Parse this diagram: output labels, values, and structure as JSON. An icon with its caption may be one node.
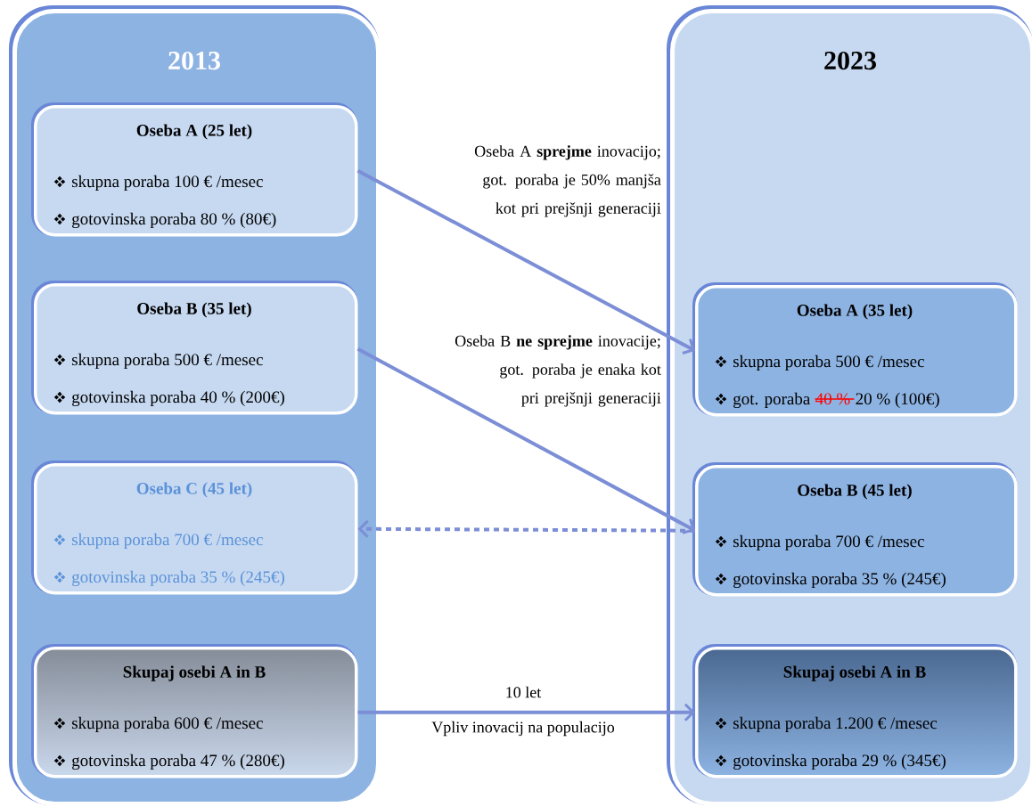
{
  "diagram": {
    "nodes": [
      {
        "text": [
          "2013"
        ]
      },
      {
        "text": [
          "Oseba A (25 let)",
          "skupna poraba 100 € /mesec",
          "gotovinska poraba 80 % (80€)"
        ],
        "in": 0
      },
      {
        "text": [
          "Oseba B (35 let)",
          "skupna poraba 500 € /mesec",
          "gotovinska poraba 40 % (200€)"
        ],
        "in": 0
      },
      {
        "text": [
          "Oseba C (45 let)",
          "skupna poraba 700 € /mesec",
          "gotovinska poraba 35 % (245€)"
        ],
        "in": 0
      },
      {
        "text": [
          "Skupaj osebi A in B",
          "skupna poraba 600 € /mesec",
          "gotovinska poraba 47 % (280€)"
        ],
        "in": 0
      },
      {
        "text": [
          "2023"
        ]
      },
      {
        "text": [
          "Oseba A (35 let)",
          "skupna poraba 500 € /mesec",
          "got. poraba",
          "40 %",
          "20 % (100€)"
        ],
        "in": 5
      },
      {
        "text": [
          "Oseba B (45 let)",
          "skupna poraba 700 € /mesec",
          "gotovinska poraba 35 % (245€)"
        ],
        "in": 5
      },
      {
        "text": [
          "Skupaj osebi A in B",
          "skupna poraba 1.200 € /mesec",
          "gotovinska poraba 29 % (345€)"
        ],
        "in": 5
      }
    ],
    "edges": [
      {
        "from": 1,
        "to": 6,
        "arrow": "to",
        "label": "Oseba A **sprejme** inovacijo; got. poraba je 50% manjša kot pri prejšnji generaciji"
      },
      {
        "from": 2,
        "to": 7,
        "arrow": "to",
        "label": "Oseba B **ne sprejme** inovacije; got. poraba je enaka kot pri prejšnji generaciji"
      },
      {
        "from": 7,
        "to": 3,
        "arrow": "to",
        "style": "dashed"
      },
      {
        "from": 4,
        "to": 8,
        "arrow": "to",
        "label": "10 let"
      }
    ],
    "labels": [
      "Vpliv inovacij na populacijo"
    ]
  }
}
